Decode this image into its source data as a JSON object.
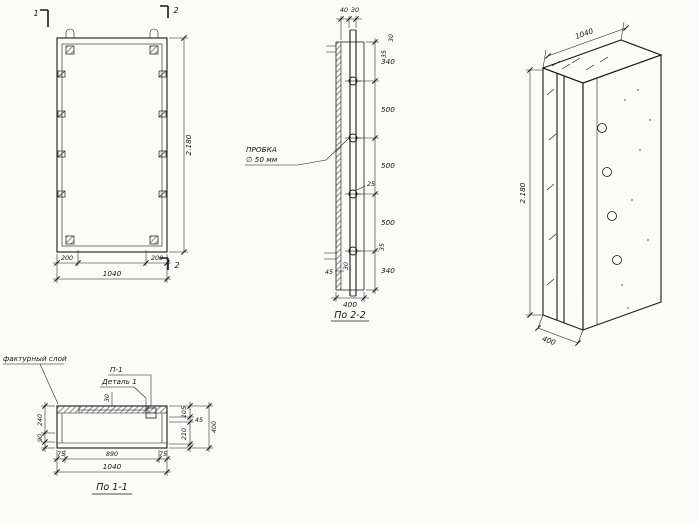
{
  "drawing": {
    "front_view": {
      "mark_1": "1",
      "mark_2_top": "2",
      "mark_2_bottom": "2",
      "dim_left_edge": "200",
      "dim_right_edge": "200",
      "dim_width": "1040",
      "dim_height": "2.180"
    },
    "section_2_2": {
      "title": "По 2-2",
      "plug_line1": "ПРОБКА",
      "plug_line2": "∅ 50 мм",
      "dim_top_40": "40",
      "dim_top_30": "30",
      "dim_right_30": "30",
      "dim_right_35_top": "35",
      "chain": [
        "340",
        "500",
        "500",
        "500",
        "340"
      ],
      "dim_right_35_bottom": "35",
      "dim_mid_25": "25",
      "dim_bottom_30": "30",
      "dim_bottom_45": "45",
      "dim_depth": "400"
    },
    "iso_view": {
      "dim_width": "1040",
      "dim_height": "2.180",
      "dim_depth": "400"
    },
    "section_1_1": {
      "title": "По 1-1",
      "label_texture": "фактурный слой",
      "label_p1": "П-1",
      "label_detail": "Деталь 1",
      "dim_left_240": "240",
      "dim_left_90": "90",
      "dim_top_30": "30",
      "dim_right_105": "105",
      "dim_right_45": "45",
      "dim_right_210": "210",
      "dim_right_400": "400",
      "dim_bottom_75_left": "75",
      "dim_bottom_890": "890",
      "dim_bottom_75_right": "75",
      "dim_bottom_1040": "1040"
    }
  }
}
